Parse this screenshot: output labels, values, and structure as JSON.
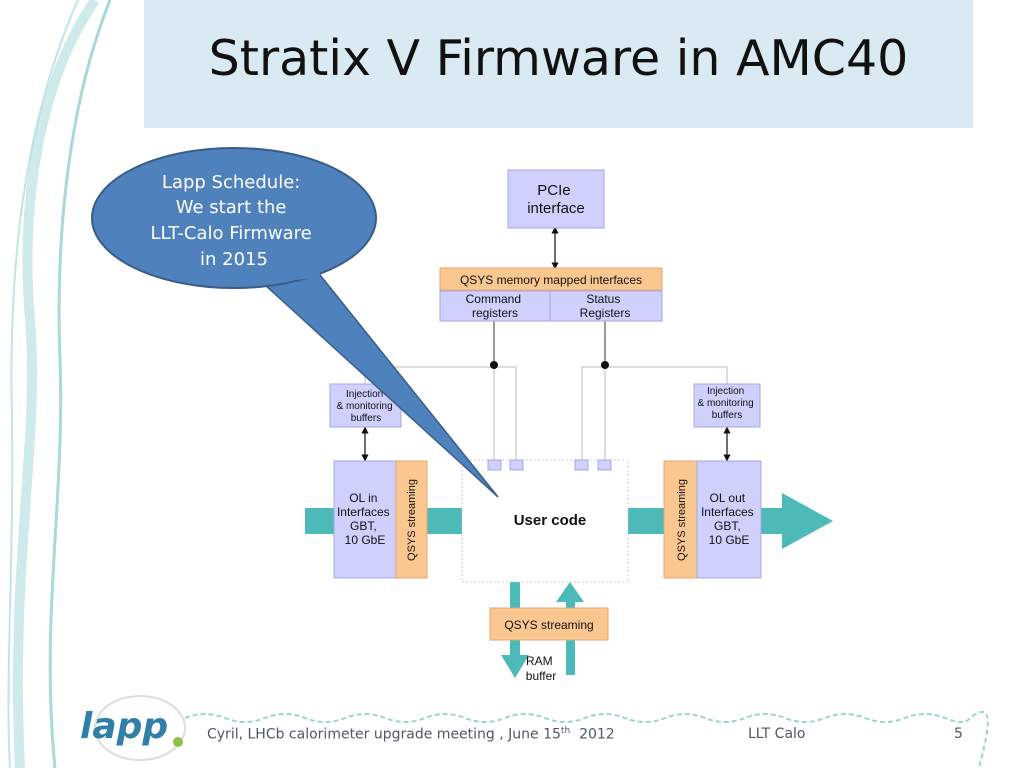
{
  "slide": {
    "title": "Stratix V Firmware in AMC40",
    "callout_lines": [
      "Lapp Schedule:",
      "We start the",
      "LLT-Calo Firmware",
      "in 2015"
    ]
  },
  "diagram": {
    "pcie": [
      "PCIe",
      "interface"
    ],
    "qsys_mm": "QSYS memory mapped interfaces",
    "command_registers": [
      "Command",
      "registers"
    ],
    "status_registers": [
      "Status",
      "Registers"
    ],
    "injection_left": [
      "Injection",
      "& monitoring",
      "buffers"
    ],
    "injection_right": [
      "Injection",
      "& monitoring",
      "buffers"
    ],
    "ol_in": [
      "OL in",
      "Interfaces",
      "GBT,",
      "10 GbE"
    ],
    "ol_out": [
      "OL out",
      "Interfaces",
      "GBT,",
      "10 GbE"
    ],
    "qsys_streaming_vertical": "QSYS streaming",
    "user_code": "User code",
    "qsys_streaming_bottom": "QSYS streaming",
    "ram_buffer": [
      "RAM",
      "buffer"
    ]
  },
  "footer": {
    "author": "Cyril, LHCb calorimeter upgrade meeting , June 15",
    "sup": "th",
    "year": "2012",
    "topic": "LLT Calo",
    "page": "5"
  },
  "logo": {
    "text": "lapp"
  },
  "colors": {
    "title_bg": "#daeaf2",
    "block_lavender": "#cfd0fb",
    "block_orange": "#fbc790",
    "stream_teal": "#4db9b9",
    "callout_blue": "#4f81bd",
    "swirl_teal": "#9fd3d3"
  }
}
